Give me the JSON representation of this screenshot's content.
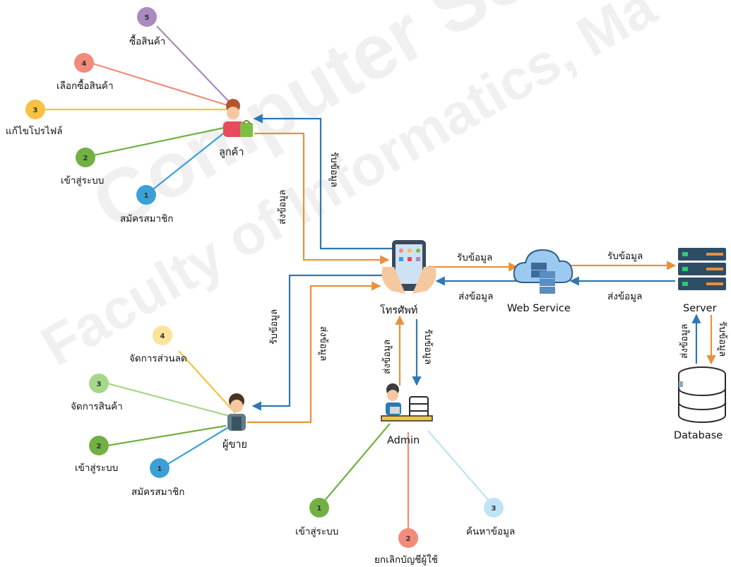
{
  "watermark": {
    "line1": "Computer Science, Ma",
    "line2": "Faculty of Informatics, Ma",
    "color": "#eeeeee"
  },
  "nodes": {
    "customer": "ลูกค้า",
    "phone": "โทรศัพท์",
    "webservice": "Web Service",
    "server": "Server",
    "database": "Database",
    "seller": "ผู้ขาย",
    "admin": "Admin"
  },
  "flows": {
    "phone_customer_recv": "รับข้อมูล",
    "customer_phone_send": "ส่งข้อมูล",
    "phone_seller_recv": "รับข้อมูล",
    "seller_phone_send": "ส่งข้อมูล",
    "phone_web_recv": "รับข้อมูล",
    "web_phone_send": "ส่งข้อมูล",
    "web_server_recv": "รับข้อมูล",
    "server_web_send": "ส่งข้อมูล",
    "admin_phone_send": "ส่งข้อมูล",
    "phone_admin_recv": "รับข้อมูล",
    "db_server_send": "ส่งข้อมูล",
    "server_db_recv": "รับข้อมูล"
  },
  "customer_uses": [
    {
      "num": "5",
      "label": "ซื้อสินค้า",
      "color": "#a98bbf"
    },
    {
      "num": "4",
      "label": "เลือกซื้อสินค้า",
      "color": "#f28b7a"
    },
    {
      "num": "3",
      "label": "แก้ไขโปรไฟล์",
      "color": "#f7c242"
    },
    {
      "num": "2",
      "label": "เข้าสู่ระบบ",
      "color": "#72b043"
    },
    {
      "num": "1",
      "label": "สมัครสมาชิก",
      "color": "#3ca0d8"
    }
  ],
  "seller_uses": [
    {
      "num": "4",
      "label": "จัดการส่วนลด",
      "color": "#fbe39a"
    },
    {
      "num": "3",
      "label": "จัดการสินค้า",
      "color": "#a6d88a"
    },
    {
      "num": "2",
      "label": "เข้าสู่ระบบ",
      "color": "#72b043"
    },
    {
      "num": "1",
      "label": "สมัครสมาชิก",
      "color": "#3ca0d8"
    }
  ],
  "admin_uses": [
    {
      "num": "1",
      "label": "เข้าสู่ระบบ",
      "color": "#72b043"
    },
    {
      "num": "2",
      "label": "ยกเลิกบัญชีผู้ใช้",
      "color": "#f28b7a"
    },
    {
      "num": "3",
      "label": "ค้นหาข้อมูล",
      "color": "#bfe3f5"
    }
  ],
  "colors": {
    "send": "#e8913a",
    "receive": "#2e78b5"
  }
}
